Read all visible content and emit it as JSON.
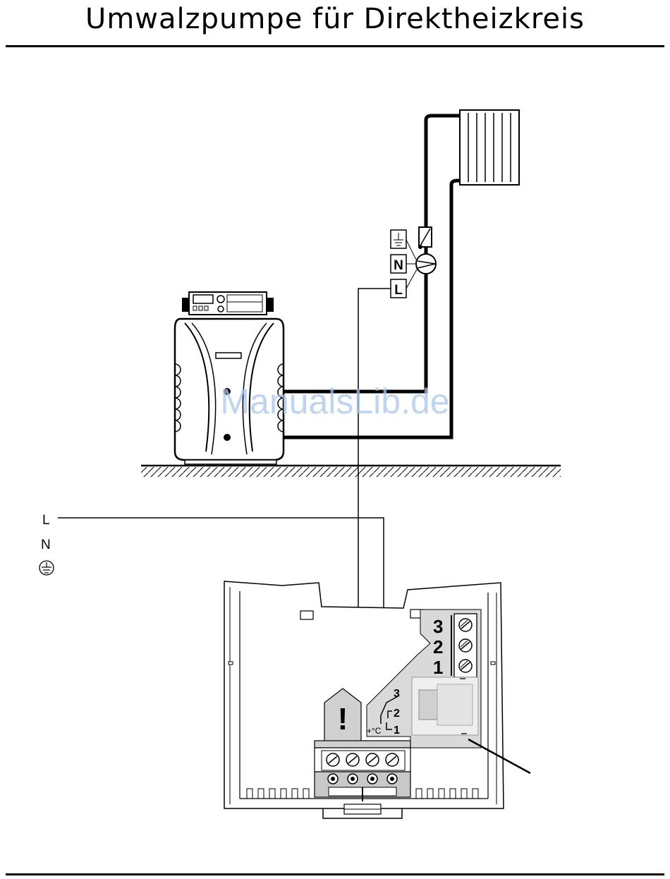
{
  "title": "Umwalzpumpe für Direktheizkreis",
  "watermark": "ManualsLib.de",
  "pump_terminals": {
    "ground_symbol": "⏚",
    "neutral": "N",
    "line": "L"
  },
  "mains_labels": {
    "line": "L",
    "neutral": "N",
    "ground_symbol": "⏚"
  },
  "terminal_numbers": [
    "3",
    "2",
    "1"
  ],
  "thermostat": {
    "numbers": [
      "3",
      "2",
      "1"
    ],
    "temp_symbol": "+°C"
  },
  "warning_symbol": "!",
  "colors": {
    "line": "#000000",
    "panel_gray": "#d9d9d9",
    "watermark": "#a9c8ee"
  }
}
